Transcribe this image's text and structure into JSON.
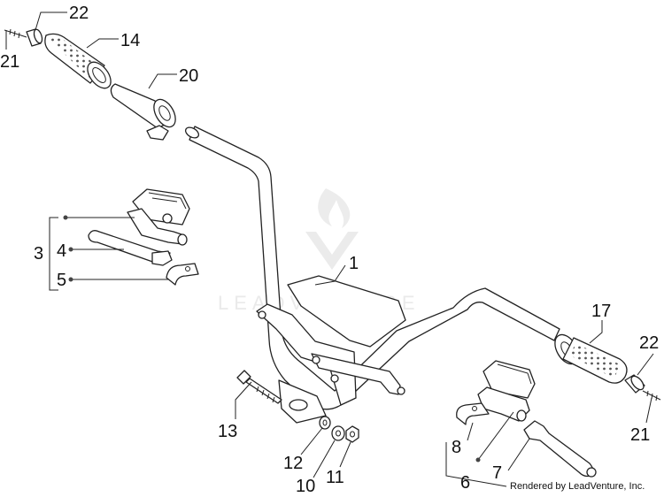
{
  "watermark": {
    "text": "LEADVENTURE"
  },
  "credit": "Rendered by LeadVenture, Inc.",
  "callouts": {
    "c1": "1",
    "c3": "3",
    "c4": "4",
    "c5": "5",
    "c6": "6",
    "c7": "7",
    "c8": "8",
    "c10": "10",
    "c11": "11",
    "c12": "12",
    "c13": "13",
    "c14": "14",
    "c17": "17",
    "c20": "20",
    "c21_left": "21",
    "c21_right": "21",
    "c22_left": "22",
    "c22_right": "22"
  }
}
